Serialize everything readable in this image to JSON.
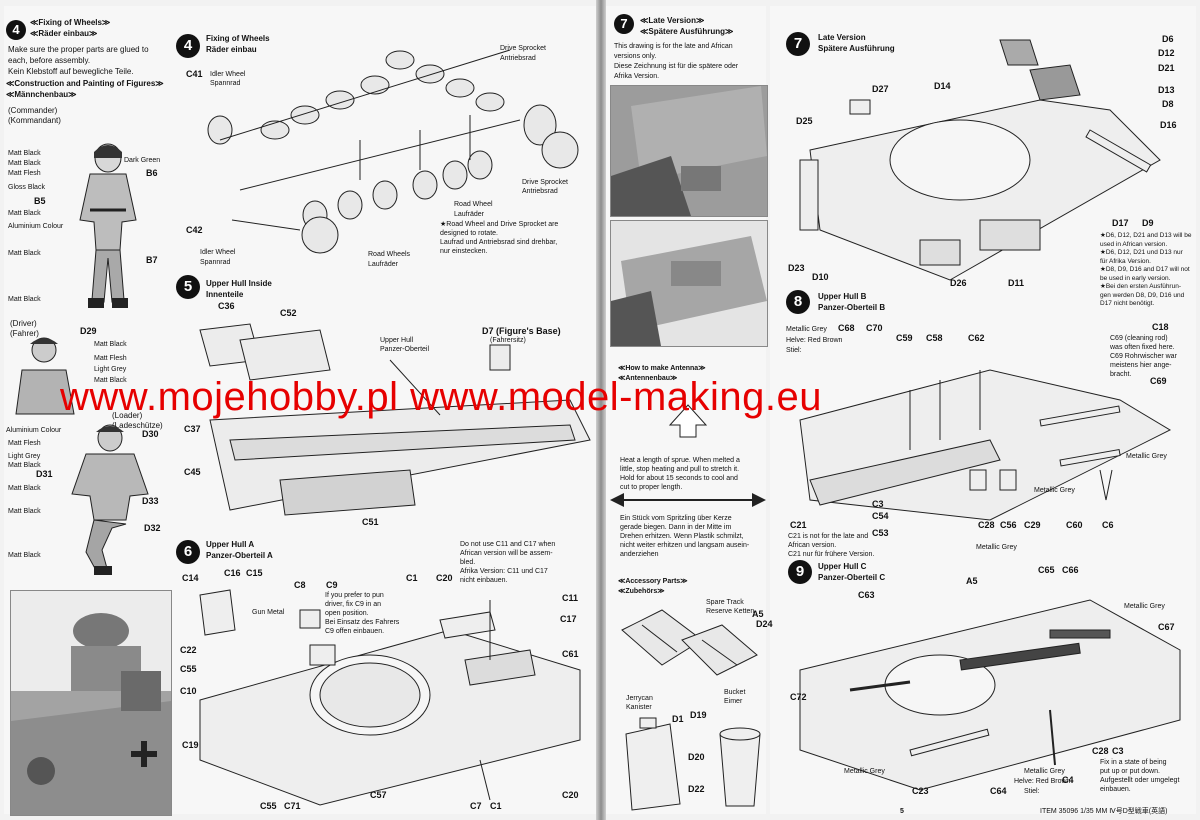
{
  "watermark": "www.mojehobby.pl www.model-making.eu",
  "left": {
    "step4_num": "4",
    "fixing_title_en": "≪Fixing of Wheels≫",
    "fixing_title_de": "≪Räder einbau≫",
    "fixing_text": "Make sure the proper parts are glued to\neach, before assembly.\nKein Klebstoff auf bewegliche Teile.",
    "figures_title_en": "≪Construction and Painting of Figures≫",
    "figures_title_de": "≪Männchenbau≫",
    "commander_en": "(Commander)",
    "commander_de": "(Kommandant)",
    "fig1_left": [
      "Matt Black",
      "Matt Black",
      "Matt Flesh",
      "Gloss Black",
      "B5",
      "Matt Black",
      "Aluminium Colour",
      "Matt Black",
      "Matt Black"
    ],
    "fig1_right": [
      "Dark Green",
      "B6",
      "B7"
    ],
    "driver_en": "(Driver)",
    "driver_de": "(Fahrer)",
    "driver_part": "D29",
    "driver_labels": [
      "Matt Black",
      "Matt Flesh",
      "Light Grey",
      "Matt Black"
    ],
    "loader_en": "(Loader)",
    "loader_de": "(Ladeschütze)",
    "fig3_left": [
      "Aluminium Colour",
      "Matt Flesh",
      "Light Grey",
      "Matt Black",
      "Matt Black",
      "D31",
      "Matt Black",
      "Matt Black"
    ],
    "fig3_right": [
      "D30",
      "D33",
      "D32"
    ]
  },
  "step4": {
    "num": "4",
    "title_en": "Fixing of Wheels",
    "title_de": "Räder einbau",
    "c41": "C41",
    "idler_en": "Idler Wheel",
    "idler_de": "Spannrad",
    "drive_en": "Drive Sprocket",
    "drive_de": "Antriebsrad",
    "drive2_en": "Drive Sprocket",
    "drive2_de": "Antriebsrad",
    "road1_en": "Road Wheel",
    "road1_de": "Laufräder",
    "road2_en": "Road Wheels",
    "road2_de": "Laufräder",
    "c42": "C42",
    "idler2_en": "Idler Wheel",
    "idler2_de": "Spannrad",
    "note": "★Road Wheel and Drive Sprocket are\ndesigned to rotate.\nLaufrad und Antriebsrad sind drehbar,\nnur einstecken."
  },
  "step5": {
    "num": "5",
    "title_en": "Upper Hull Inside",
    "title_de": "Innenteile",
    "labels": [
      "C36",
      "C52",
      "Upper Hull",
      "Panzer-Oberteil",
      "D7 (Figure's Base)",
      "(Fahrersitz)",
      "C37",
      "C45",
      "C51"
    ]
  },
  "step6": {
    "num": "6",
    "title_en": "Upper Hull A",
    "title_de": "Panzer-Oberteil A",
    "note": "Do not use C11 and C17 when\nAfrican version will be assem-\nbled.\nAfrika Version: C11 und C17\nnicht einbauen.",
    "c9_note": "If you prefer to pun\ndriver, fix C9 in an\nopen position.\nBei Einsatz des Fahrers\nC9 offen einbauen.",
    "gun_metal": "Gun Metal",
    "labels": [
      "C14",
      "C16",
      "C15",
      "C8",
      "C9",
      "C1",
      "C20",
      "C11",
      "C17",
      "C61",
      "C22",
      "C55",
      "C10",
      "C19",
      "C55",
      "C71",
      "C57",
      "C7",
      "C1",
      "C20"
    ]
  },
  "step7a": {
    "num": "7",
    "title_en": "≪Late Version≫",
    "title_de": "≪Spätere Ausführung≫",
    "text": "This drawing is for the late and African\nversions only.\nDiese Zeichnung ist für die spätere oder\nAfrika Version."
  },
  "antenna": {
    "title_en": "≪How to make Antenna≫",
    "title_de": "≪Antennenbau≫",
    "text_en": "Heat a length of sprue. When melted a\nlittle, stop heating and pull to stretch it.\nHold for about 15 seconds to cool and\ncut to proper length.",
    "text_de": "Ein Stück vom Spritzling über Kerze\ngerade biegen. Dann in der Mitte im\nDrehen erhitzen. Wenn Plastik schmilzt,\nnicht weiter erhitzen und langsam ausein-\nanderziehen"
  },
  "accessory": {
    "title_en": "≪Accessory Parts≫",
    "title_de": "≪Zubehörs≫",
    "spare_en": "Spare Track",
    "spare_de": "Reserve Ketten",
    "a5": "A5",
    "d24": "D24",
    "jerry_en": "Jerrycan",
    "jerry_de": "Kanister",
    "d1": "D1",
    "d19": "D19",
    "bucket_en": "Bucket",
    "bucket_de": "Eimer",
    "d20": "D20",
    "d22": "D22"
  },
  "step7": {
    "num": "7",
    "title_en": "Late Version",
    "title_de": "Spätere Ausführung",
    "labels": [
      "D6",
      "D12",
      "D21",
      "D13",
      "D8",
      "D16",
      "D27",
      "D14",
      "D25",
      "D17",
      "D9",
      "D23",
      "D10",
      "D26",
      "D11"
    ],
    "note": "★D6, D12, D21 and D13 will be\nused in African version.\n★D6, D12, D21 und D13 nur\nfür Afrika Version.\n★D8, D9, D16 and D17 will not\nbe used in early version.\n★Bei den ersten Ausführun-\ngen werden D8, D9, D16 und\nD17 nicht benötigt."
  },
  "step8": {
    "num": "8",
    "title_en": "Upper Hull B",
    "title_de": "Panzer-Oberteil B",
    "metallic_grey": "Metallic Grey",
    "helve": "Helve: Red Brown",
    "stiel": "Stiel:",
    "c18_note": "C69 (cleaning rod)\nwas often fixed here.\nC69 Rohrwischer war\nmeistens hier ange-\nbracht.",
    "c21_note": "C21 is not for the late and\nAfrican version.\nC21 nur für frühere Version.",
    "labels": [
      "C68",
      "C70",
      "C59",
      "C58",
      "C62",
      "C18",
      "C69",
      "C3",
      "C54",
      "C53",
      "C28",
      "C56",
      "C29",
      "C60",
      "C6",
      "C21"
    ],
    "metallic_labels": [
      "Metallic Grey",
      "Metallic Grey",
      "Metallic Grey"
    ]
  },
  "step9": {
    "num": "9",
    "title_en": "Upper Hull C",
    "title_de": "Panzer-Oberteil C",
    "labels": [
      "C63",
      "A5",
      "C65",
      "C66",
      "C67",
      "C72",
      "C23",
      "C28",
      "C3",
      "C4",
      "C64"
    ],
    "metallic1": "Metallic Grey",
    "metallic2": "Metallic Grey",
    "metallic3": "Metallic Grey",
    "helve": "Helve: Red Brown",
    "stiel": "Stiel:",
    "fix_note": "Fix in a state of being\nput up or put down.\nAufgestellt oder umgelegt\neinbauen."
  },
  "footer": {
    "page": "5",
    "item": "ITEM 35096  1/35 MM Ⅳ号D型戦車(英語)"
  }
}
